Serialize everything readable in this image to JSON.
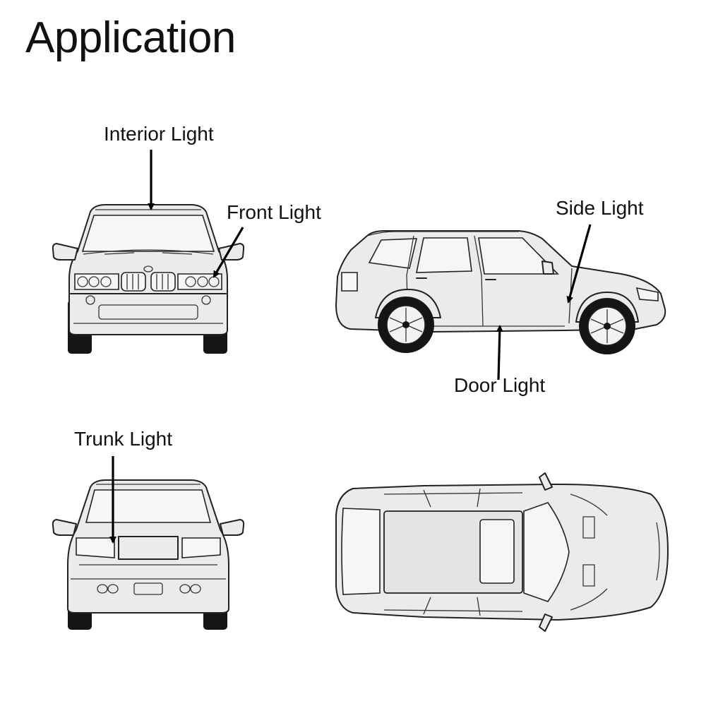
{
  "title": "Application",
  "labels": {
    "interior": "Interior Light",
    "front": "Front Light",
    "side": "Side Light",
    "door": "Door Light",
    "trunk": "Trunk Light"
  }
}
